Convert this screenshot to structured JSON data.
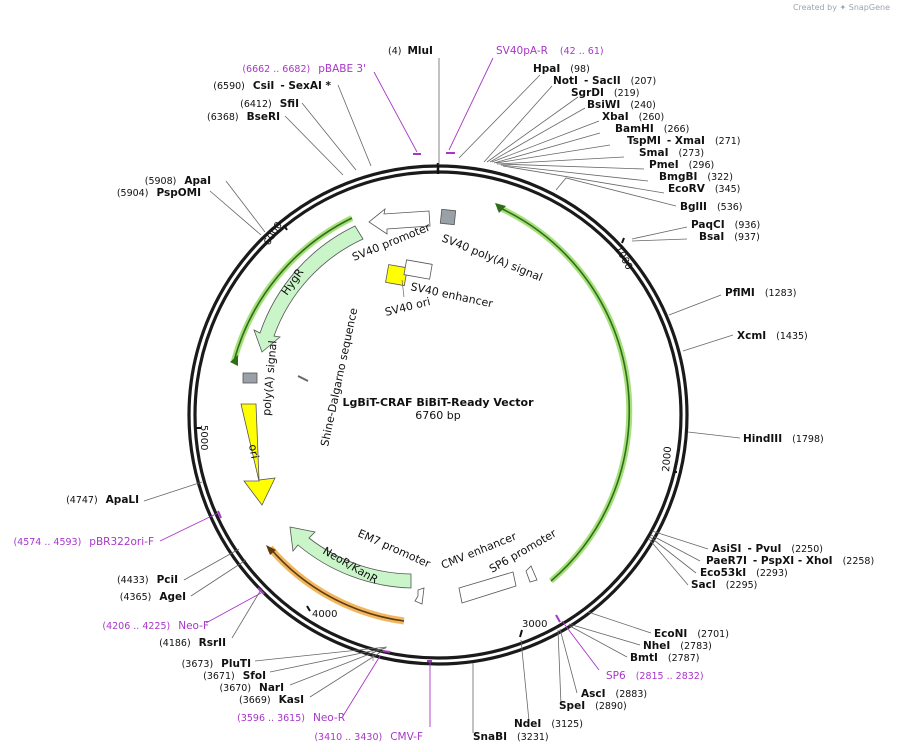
{
  "watermark": {
    "prefix": "Created by",
    "brand": "SnapGene"
  },
  "plasmid": {
    "name": "LgBiT-CRAF BiBiT-Ready Vector",
    "length_label": "6760 bp",
    "length": 6760
  },
  "ticks": [
    "1000",
    "2000",
    "3000",
    "4000",
    "5000",
    "6000"
  ],
  "sites": [
    {
      "name": "MluI",
      "pos": "(4)"
    },
    {
      "name": "HpaI",
      "pos": "(98)"
    },
    {
      "name": "NotI",
      "extra": "- SacII",
      "pos": "(207)"
    },
    {
      "name": "SgrDI",
      "pos": "(219)"
    },
    {
      "name": "BsiWI",
      "pos": "(240)"
    },
    {
      "name": "XbaI",
      "pos": "(260)"
    },
    {
      "name": "BamHI",
      "pos": "(266)"
    },
    {
      "name": "TspMI",
      "extra": "- XmaI",
      "pos": "(271)"
    },
    {
      "name": "SmaI",
      "pos": "(273)"
    },
    {
      "name": "PmeI",
      "pos": "(296)"
    },
    {
      "name": "BmgBI",
      "pos": "(322)"
    },
    {
      "name": "EcoRV",
      "pos": "(345)"
    },
    {
      "name": "BglII",
      "pos": "(536)"
    },
    {
      "name": "PaqCI",
      "pos": "(936)"
    },
    {
      "name": "BsaI",
      "pos": "(937)"
    },
    {
      "name": "PflMI",
      "pos": "(1283)"
    },
    {
      "name": "XcmI",
      "pos": "(1435)"
    },
    {
      "name": "HindIII",
      "pos": "(1798)"
    },
    {
      "name": "AsiSI",
      "extra": "- PvuI",
      "pos": "(2250)"
    },
    {
      "name": "PaeR7I",
      "extra": "- PspXI  - XhoI",
      "pos": "(2258)"
    },
    {
      "name": "Eco53kI",
      "pos": "(2293)"
    },
    {
      "name": "SacI",
      "pos": "(2295)"
    },
    {
      "name": "EcoNI",
      "pos": "(2701)"
    },
    {
      "name": "NheI",
      "pos": "(2783)"
    },
    {
      "name": "BmtI",
      "pos": "(2787)"
    },
    {
      "name": "AscI",
      "pos": "(2883)"
    },
    {
      "name": "SpeI",
      "pos": "(2890)"
    },
    {
      "name": "NdeI",
      "pos": "(3125)"
    },
    {
      "name": "SnaBI",
      "pos": "(3231)"
    },
    {
      "name": "KasI",
      "pos": "(3669)"
    },
    {
      "name": "NarI",
      "pos": "(3670)"
    },
    {
      "name": "SfoI",
      "pos": "(3671)"
    },
    {
      "name": "PluTI",
      "pos": "(3673)"
    },
    {
      "name": "RsrII",
      "pos": "(4186)"
    },
    {
      "name": "AgeI",
      "pos": "(4365)"
    },
    {
      "name": "PciI",
      "pos": "(4433)"
    },
    {
      "name": "ApaLI",
      "pos": "(4747)"
    },
    {
      "name": "PspOMI",
      "pos": "(5904)"
    },
    {
      "name": "ApaI",
      "pos": "(5908)"
    },
    {
      "name": "BseRI",
      "pos": "(6368)"
    },
    {
      "name": "SfiI",
      "pos": "(6412)"
    },
    {
      "name": "CsiI",
      "extra": "- SexAI *",
      "pos": "(6590)"
    }
  ],
  "primers": [
    {
      "name": "SV40pA-R",
      "range": "(42 .. 61)"
    },
    {
      "name": "pBABE 3'",
      "range": "(6662 .. 6682)"
    },
    {
      "name": "SP6",
      "range": "(2815 .. 2832)"
    },
    {
      "name": "pBR322ori-F",
      "range": "(4574 .. 4593)"
    },
    {
      "name": "Neo-F",
      "range": "(4206 .. 4225)"
    },
    {
      "name": "Neo-R",
      "range": "(3596 .. 3615)"
    },
    {
      "name": "CMV-F",
      "range": "(3410 .. 3430)"
    }
  ],
  "features": {
    "sv40_polya": "SV40 poly(A) signal",
    "sv40_promoter": "SV40 promoter",
    "sv40_enhancer": "SV40 enhancer",
    "sv40_ori": "SV40 ori",
    "hygr": "HygR",
    "polya": "poly(A) signal",
    "shine": "Shine-Dalgarno sequence",
    "ori": "ori",
    "em7": "EM7 promoter",
    "neo": "NeoR/KanR",
    "cmv": "CMV enhancer",
    "sp6": "SP6 promoter"
  },
  "colors": {
    "backbone": "#1a1a1a",
    "primer": "#a836c9",
    "marker_green": "#c9f5c9",
    "ori_yellow": "#ffff00",
    "orange_highlight": "#f2b75e",
    "green_highlight": "#a6e07a",
    "feature_outline": "#ffffff",
    "polya_gray": "#9aa0a8"
  }
}
